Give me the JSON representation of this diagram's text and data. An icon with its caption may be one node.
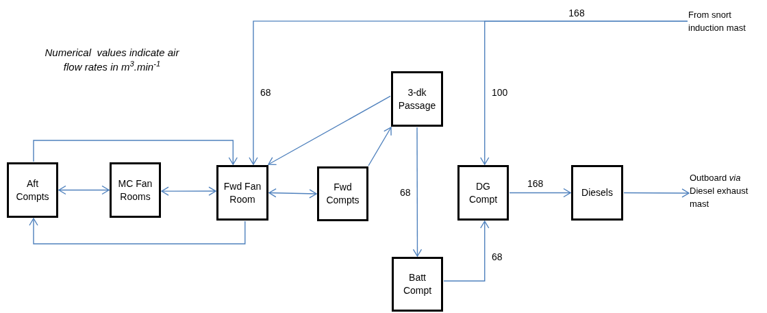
{
  "diagram": {
    "nodes": [
      {
        "text": [
          "Aft Compts"
        ]
      },
      {
        "text": [
          "MC Fan Rooms"
        ]
      },
      {
        "text": [
          "Fwd Fan Room"
        ]
      },
      {
        "text": [
          "Fwd Compts"
        ]
      },
      {
        "text": [
          "3-dk Passage"
        ]
      },
      {
        "text": [
          "DG Compt"
        ]
      },
      {
        "text": [
          "Diesels"
        ]
      },
      {
        "text": [
          "Batt Compt"
        ]
      },
      {
        "text": [
          "From snort induction mast"
        ]
      },
      {
        "text": [
          "Outboard *via* Diesel exhaust mast"
        ]
      }
    ],
    "edges": [
      {
        "from": 0,
        "to": 1,
        "arrow": "both"
      },
      {
        "from": 1,
        "to": 2,
        "arrow": "both"
      },
      {
        "from": 2,
        "to": 3,
        "arrow": "both"
      },
      {
        "from": 0,
        "to": 2,
        "arrow": "to"
      },
      {
        "from": 2,
        "to": 0,
        "arrow": "to"
      },
      {
        "from": 8,
        "to": 2,
        "arrow": "to",
        "label": "68"
      },
      {
        "from": 8,
        "to": 5,
        "arrow": "to",
        "label": "100"
      },
      {
        "from": 4,
        "to": 2,
        "arrow": "to"
      },
      {
        "from": 3,
        "to": 4,
        "arrow": "to"
      },
      {
        "from": 4,
        "to": 7,
        "arrow": "to",
        "label": "68"
      },
      {
        "from": 7,
        "to": 5,
        "arrow": "to",
        "label": "68"
      },
      {
        "from": 5,
        "to": 6,
        "arrow": "to",
        "label": "168"
      },
      {
        "from": 6,
        "to": 9,
        "arrow": "to"
      }
    ],
    "labels": [
      "Numerical  values indicate air flow rates in m$^{3}$.min$^{-1}$",
      "168"
    ]
  }
}
